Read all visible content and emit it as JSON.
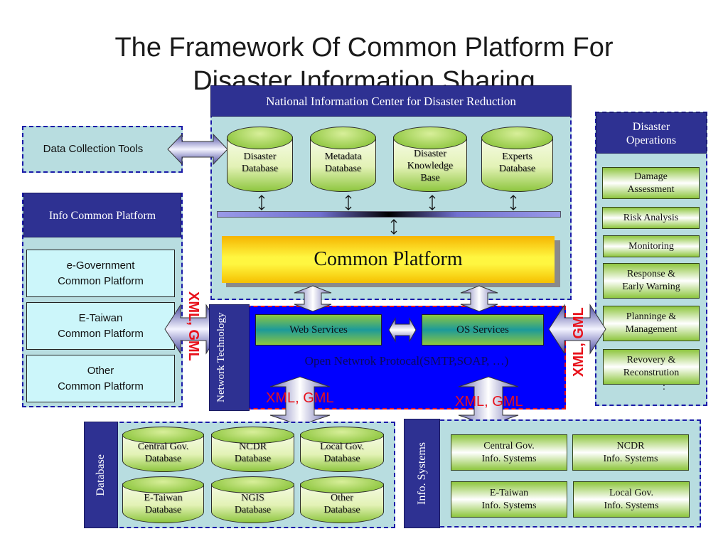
{
  "title": "The Framework Of Common Platform For Disaster Information Sharing",
  "national_center": {
    "header": "National Information Center for Disaster Reduction",
    "databases": [
      {
        "label": "Disaster\nDatabase"
      },
      {
        "label": "Metadata\nDatabase"
      },
      {
        "label": "Disaster\nKnowledge\nBase"
      },
      {
        "label": "Experts\nDatabase"
      }
    ],
    "common_platform": "Common Platform"
  },
  "data_collection": {
    "label": "Data Collection Tools"
  },
  "info_common_platform": {
    "header": "Info Common Platform",
    "items": [
      {
        "label": "e-Government\nCommon Platform"
      },
      {
        "label": "E-Taiwan\nCommon Platform"
      },
      {
        "label": "Other\nCommon Platform"
      }
    ]
  },
  "network": {
    "side_label": "Network Technology",
    "web_services": "Web Services",
    "os_services": "OS Services",
    "protocol": "Open Netwrok Protocal(SMTP,SOAP, …)"
  },
  "xml_labels": {
    "left": "XML, GML",
    "right": "XML, GML",
    "bottom_left": "XML, GML",
    "bottom_right": "XML, GML"
  },
  "disaster_operations": {
    "header": "Disaster\nOperations",
    "items": [
      {
        "label": "Damage\nAssessment"
      },
      {
        "label": "Risk Analysis"
      },
      {
        "label": "Monitoring"
      },
      {
        "label": "Response &\nEarly Warning"
      },
      {
        "label": "Planninge &\nManagement"
      },
      {
        "label": "Revovery &\nReconstrution"
      }
    ],
    "ellipsis": ":"
  },
  "database_group": {
    "side_label": "Database",
    "items": [
      {
        "label": "Central Gov.\nDatabase"
      },
      {
        "label": "NCDR\nDatabase"
      },
      {
        "label": "Local Gov.\nDatabase"
      },
      {
        "label": "E-Taiwan\nDatabase"
      },
      {
        "label": "NGIS\nDatabase"
      },
      {
        "label": "Other\nDatabase"
      }
    ]
  },
  "info_systems_group": {
    "side_label": "Info. Systems",
    "items": [
      {
        "label": "Central Gov.\nInfo. Systems"
      },
      {
        "label": "NCDR\nInfo. Systems"
      },
      {
        "label": "E-Taiwan\nInfo. Systems"
      },
      {
        "label": "Local Gov.\nInfo. Systems"
      }
    ]
  },
  "colors": {
    "navy": "#2e3192",
    "panel": "#b8dde0",
    "dash": "#1a1aa8",
    "network_blue": "#0000ff",
    "xml_red": "#e8111b",
    "green": "#8ec63f",
    "platform_yellow": "#ffef3a"
  }
}
